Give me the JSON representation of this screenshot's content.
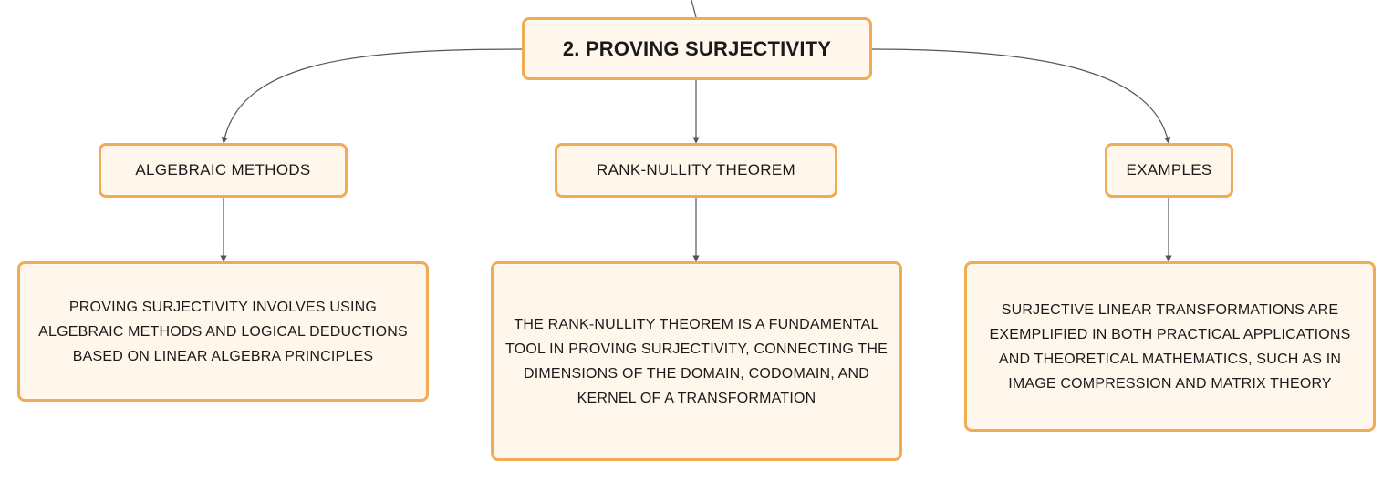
{
  "colors": {
    "node_fill": "#fff6ec",
    "node_border": "#f0ab57",
    "connector": "#555555"
  },
  "root": {
    "label": "2. PROVING SURJECTIVITY"
  },
  "branches": [
    {
      "label": "ALGEBRAIC METHODS",
      "detail": "PROVING SURJECTIVITY INVOLVES USING ALGEBRAIC METHODS AND LOGICAL DEDUCTIONS BASED ON LINEAR ALGEBRA PRINCIPLES"
    },
    {
      "label": "RANK-NULLITY THEOREM",
      "detail": "THE RANK-NULLITY THEOREM IS A FUNDAMENTAL TOOL IN PROVING SURJECTIVITY, CONNECTING THE DIMENSIONS OF THE DOMAIN, CODOMAIN, AND KERNEL OF A TRANSFORMATION"
    },
    {
      "label": "EXAMPLES",
      "detail": "SURJECTIVE LINEAR TRANSFORMATIONS ARE EXEMPLIFIED IN BOTH PRACTICAL APPLICATIONS AND THEORETICAL MATHEMATICS, SUCH AS IN IMAGE COMPRESSION AND MATRIX THEORY"
    }
  ]
}
